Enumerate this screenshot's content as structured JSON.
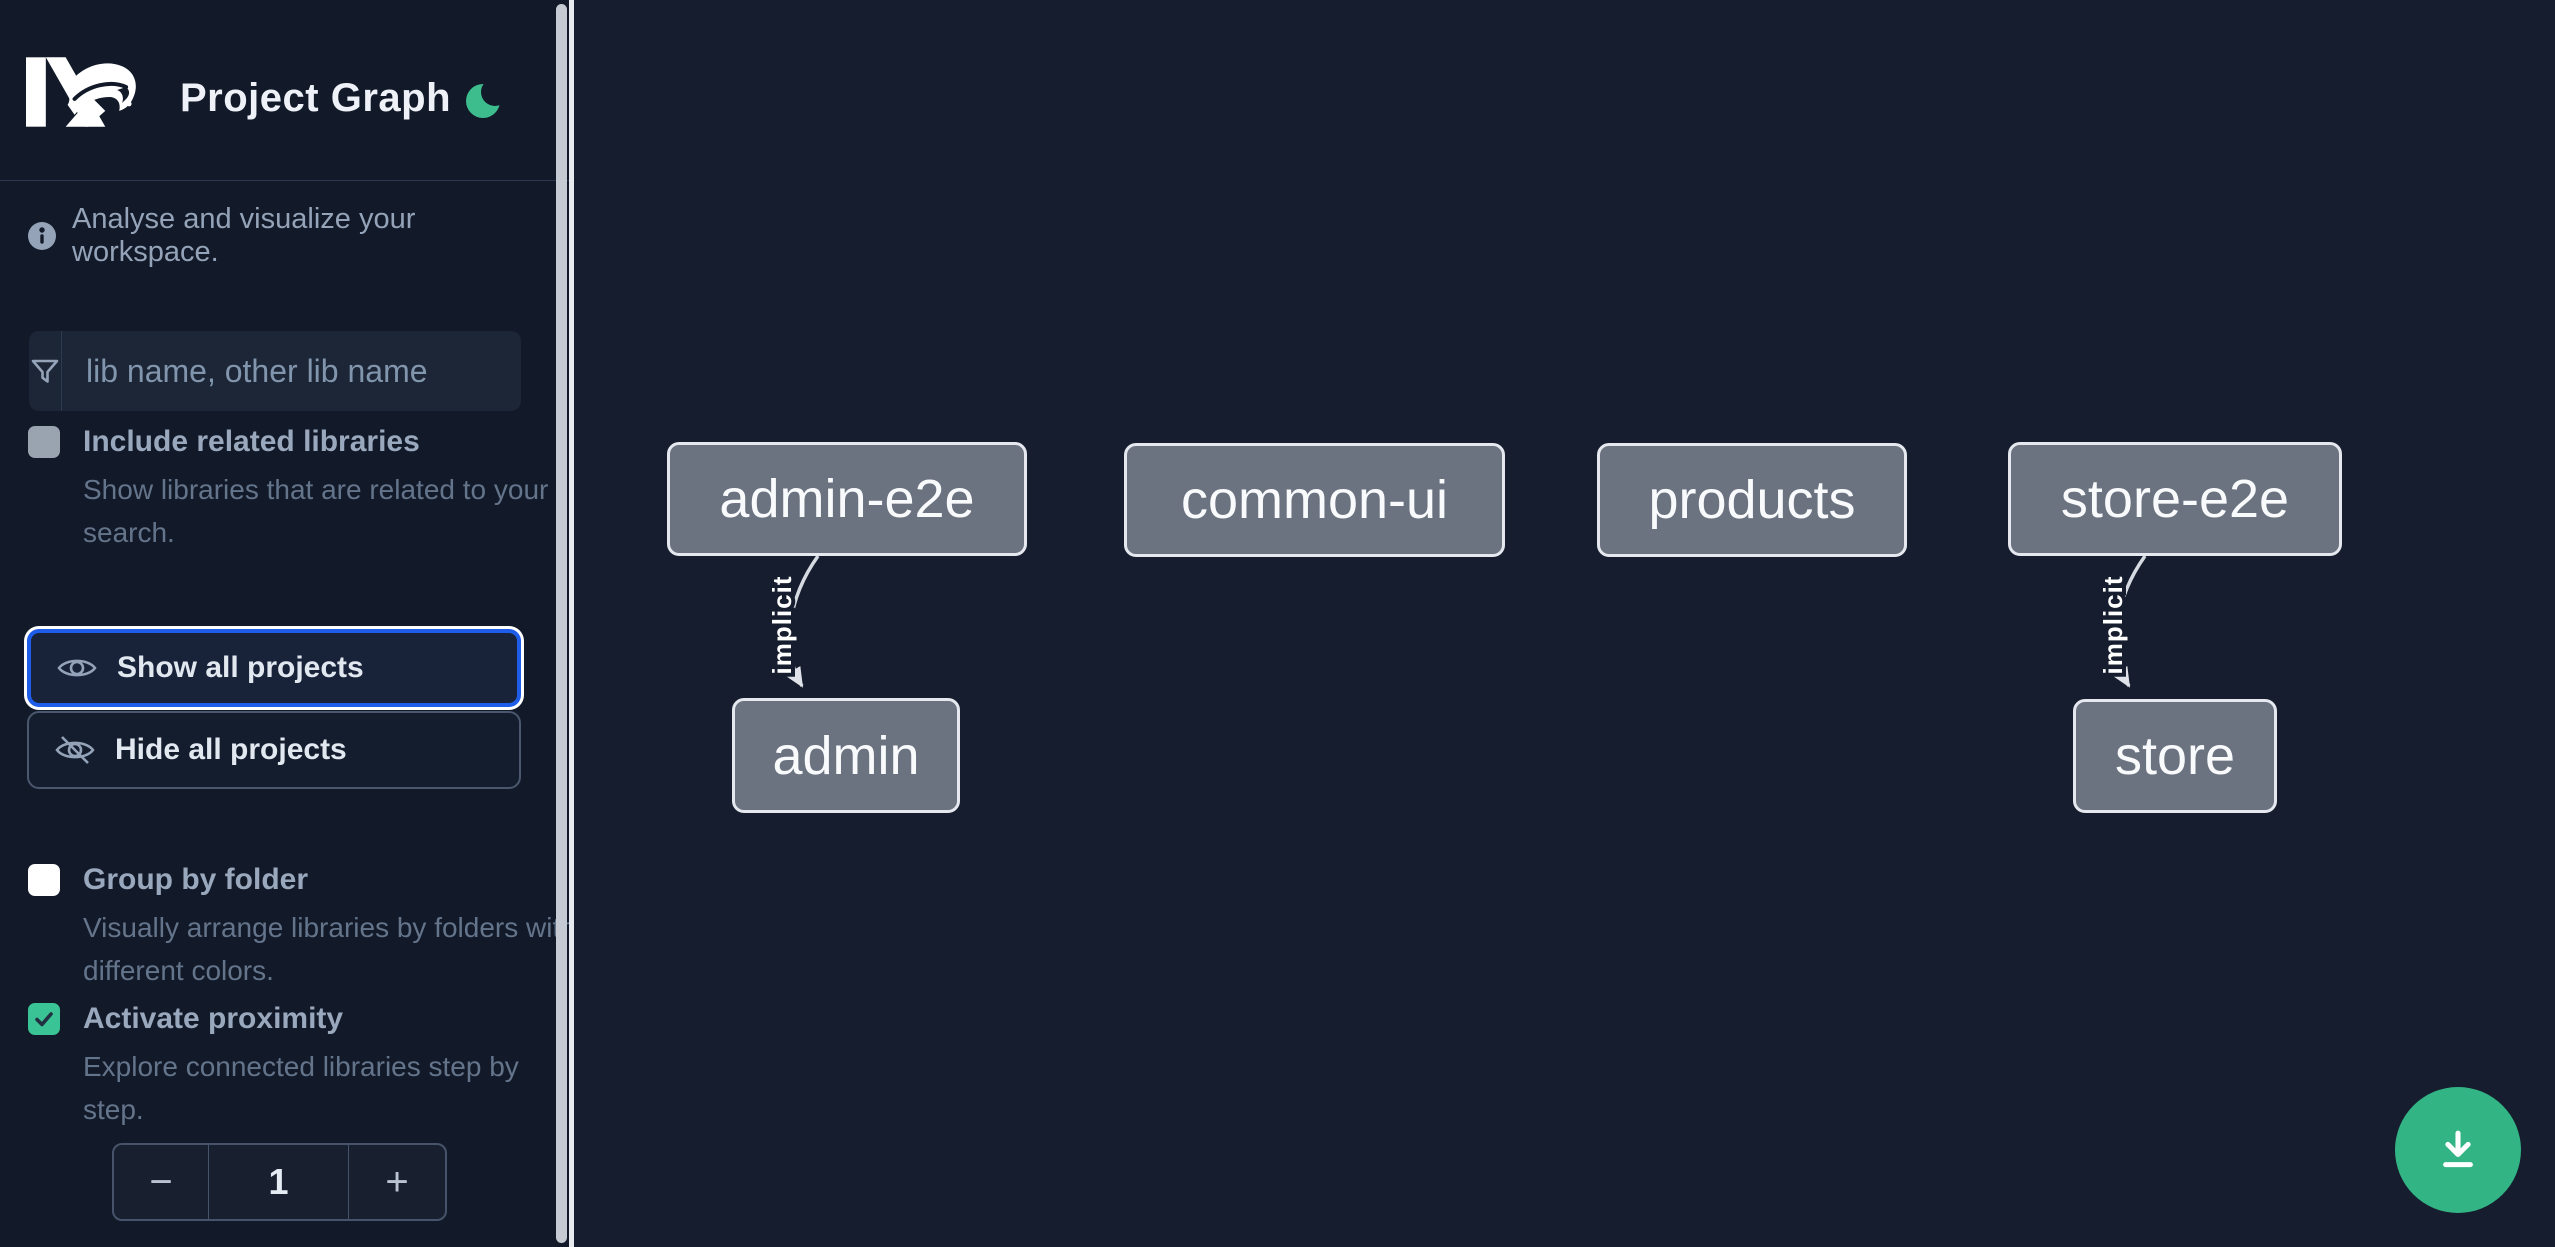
{
  "header": {
    "title": "Project Graph",
    "logo": "nx-logo",
    "theme_icon": "moon-icon"
  },
  "sidebar": {
    "info_text": "Analyse and visualize your workspace.",
    "search": {
      "placeholder": "lib name, other lib name",
      "icon": "filter-funnel-icon"
    },
    "toggles": [
      {
        "label": "Include related libraries",
        "description": "Show libraries that are related to your search.",
        "checked": false,
        "disabled": true
      },
      {
        "label": "Group by folder",
        "description": "Visually arrange libraries by folders with different colors.",
        "checked": false
      },
      {
        "label": "Activate proximity",
        "description": "Explore connected libraries step by step.",
        "checked": true
      }
    ],
    "buttons": {
      "show_all": "Show all projects",
      "hide_all": "Hide all projects"
    },
    "proximity_stepper": {
      "decrement": "−",
      "value": "1",
      "increment": "+"
    }
  },
  "graph": {
    "nodes": [
      {
        "label": "admin-e2e"
      },
      {
        "label": "common-ui"
      },
      {
        "label": "products"
      },
      {
        "label": "store-e2e"
      },
      {
        "label": "admin"
      },
      {
        "label": "store"
      }
    ],
    "edges": [
      {
        "from": "admin-e2e",
        "to": "admin",
        "label": "implicit"
      },
      {
        "from": "store-e2e",
        "to": "store",
        "label": "implicit"
      }
    ]
  },
  "fab": {
    "icon": "download-icon"
  },
  "colors": {
    "sidebar_bg": "#121a29",
    "canvas_bg": "#151d2e",
    "accent_green": "#3ac496",
    "fab_green": "#32b485",
    "focus_blue": "#1e5cea",
    "node_fill": "#6b7280",
    "node_border": "#e5e8ee",
    "edge": "#d6dbe2"
  }
}
